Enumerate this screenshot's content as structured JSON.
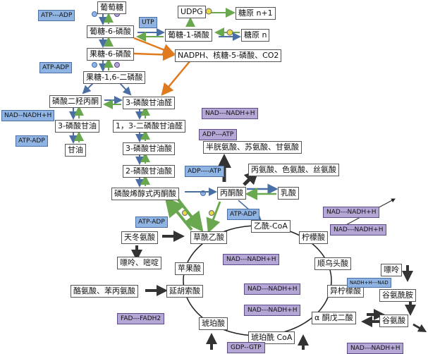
{
  "colors": {
    "cofactor_blue": "#8fb4e3",
    "cofactor_purple": "#b4a7d6",
    "orange_arrow": "#e07a1f",
    "green_arrow": "#6aa84f",
    "dark_arrow": "#333333",
    "cycle_line": "#222222"
  },
  "nodes": {
    "glucose": "葡萄糖",
    "g6p": "葡糖-6-磷酸",
    "f6p": "果糖-6-磷酸",
    "f16bp": "果糖-1,6-二磷酸",
    "dhap": "磷酸二羟丙酮",
    "g3p": "3-磷酸甘油醛",
    "bpg": "1，3-二磷酸甘油醛",
    "pg3": "3-磷酸甘油酸",
    "pg2": "2-磷酸甘油酸",
    "pep": "磷酸烯醇式丙酮酸",
    "pyruvate": "丙酮酸",
    "lactate": "乳酸",
    "acetyl_coa": "乙酰-CoA",
    "citrate": "柠檬酸",
    "cis_aconitate": "顺乌头酸",
    "isocitrate": "异柠檬酸",
    "akg": "α 酮戊二酸",
    "succinyl_coa": "琥珀酰 CoA",
    "succinate": "琥珀酸",
    "fumarate": "延胡索酸",
    "malate": "苹果酸",
    "oxaloacetate": "草酰乙酸",
    "aspartate": "天冬氨酸",
    "purine_pyrimidine": "嘌呤、嘧啶",
    "tyr_phe": "酪氨酸、苯丙氨酸",
    "glycerol_3p": "3-磷酸甘油",
    "glycerol": "甘油",
    "udpg": "UDPG",
    "glycogen_n1": "糖原 n+1",
    "glycogen_n": "糖原 n",
    "g1p": "葡糖-1-磷酸",
    "ppp_products": "NADPH、核糖-5-磷酸、CO2",
    "cys_thr_gly": "半胱氨酸、苏氨酸、甘氨酸",
    "ala_trp_ser": "丙氨酸、色氨酸、丝氨酸",
    "glutamate": "谷氨酸",
    "glutamine": "谷氨酰胺",
    "purine": "嘌呤"
  },
  "cofactors": {
    "atp_adp_1": "ATP---ADP",
    "utp": "UTP",
    "atp_adp_2": "ATP-ADP",
    "nad_1": "NAD--NADH+H",
    "atp_adp_3": "ATP-ADP",
    "nad_g3p": "NAD---NADH+H",
    "adp_atp_1": "ADP---ATP",
    "adp_atp_2": "ADP----ATP",
    "atp_adp_pep": "ATP-ADP",
    "atp_adp_oaa": "ATP-ADP",
    "nad_pyr": "NAD---NADH+H",
    "nad_cit": "NAD---NADH+H",
    "nad_malate": "NAD---NADH+H",
    "nad_iso_1": "NAD---NADH+H",
    "nad_iso_2": "NAD---NADH+H",
    "nad_glu": "NADH+H---NAD",
    "fad": "FAD---FADH2",
    "gdp_gtp": "GDP--GTP",
    "nad_bottom": "NAD---NADH+H"
  }
}
